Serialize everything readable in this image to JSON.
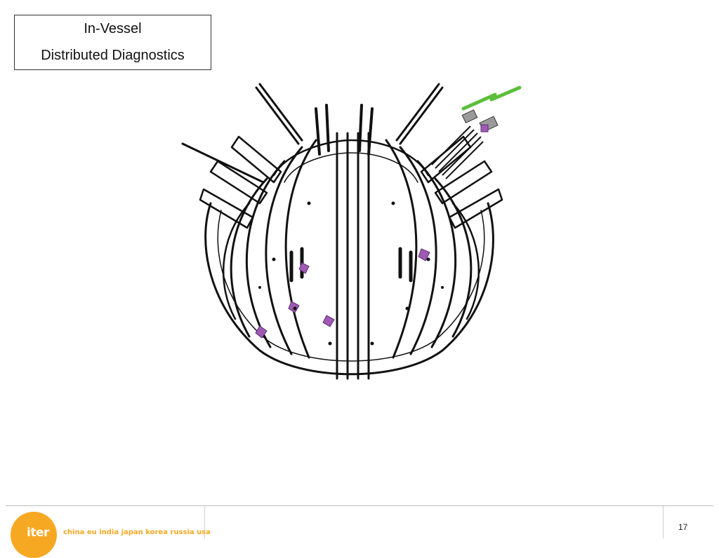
{
  "title": {
    "line1": "In-Vessel",
    "line2": "Distributed Diagnostics"
  },
  "footer": {
    "logo": "iter",
    "tagline": "china eu india japan korea russia usa",
    "page_number": "17"
  },
  "colors": {
    "logo_orange": "#f7a823",
    "diagram_line": "#111111",
    "diagnostic_magenta": "#a05ab4",
    "cable_green": "#5bbf3a"
  },
  "figure": {
    "subject": "tokamak-vessel-cutaway-diagram"
  }
}
